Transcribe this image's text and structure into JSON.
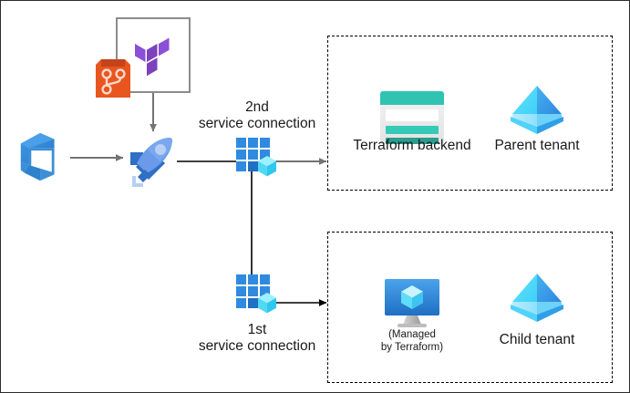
{
  "diagram": {
    "title": "Azure DevOps Terraform multi-tenant pipeline diagram",
    "colors": {
      "azure_blue": "#2a8ceb",
      "devops_blue": "#3c8fd6",
      "git_orange": "#e8551f",
      "terraform_purple": "#7b42bc",
      "teal": "#2fc4b2",
      "teal_dark": "#2a9d8c",
      "cyan_cube": "#50e6ff",
      "grid_blue": "#2f8ae0",
      "line_gray": "#737373",
      "line_black": "#000000",
      "box_gray": "#8c8c8c",
      "frame": "#2b2b2b"
    },
    "nodes": {
      "azure_devops": {
        "name": "Azure DevOps",
        "icon": "azure-devops-icon"
      },
      "git_repo": {
        "name": "Git repository",
        "icon": "git-repo-icon"
      },
      "terraform": {
        "name": "Terraform",
        "icon": "terraform-icon"
      },
      "pipeline": {
        "name": "Azure Pipelines",
        "icon": "azure-pipelines-rocket-icon"
      },
      "second_connection": {
        "label": "2nd\nservice connection",
        "icon": "service-connection-icon"
      },
      "first_connection": {
        "label": "1st\nservice connection",
        "icon": "service-connection-icon"
      },
      "terraform_backend": {
        "label": "Terraform backend",
        "icon": "storage-account-icon"
      },
      "parent_tenant": {
        "label": "Parent tenant",
        "icon": "tenant-pyramid-icon"
      },
      "managed_resource": {
        "label": "(Managed\nby Terraform)",
        "icon": "virtual-machine-icon"
      },
      "child_tenant": {
        "label": "Child tenant",
        "icon": "tenant-pyramid-icon"
      }
    },
    "groups": {
      "top": {
        "name": "parent-tenant-group"
      },
      "bottom": {
        "name": "child-tenant-group"
      }
    }
  }
}
